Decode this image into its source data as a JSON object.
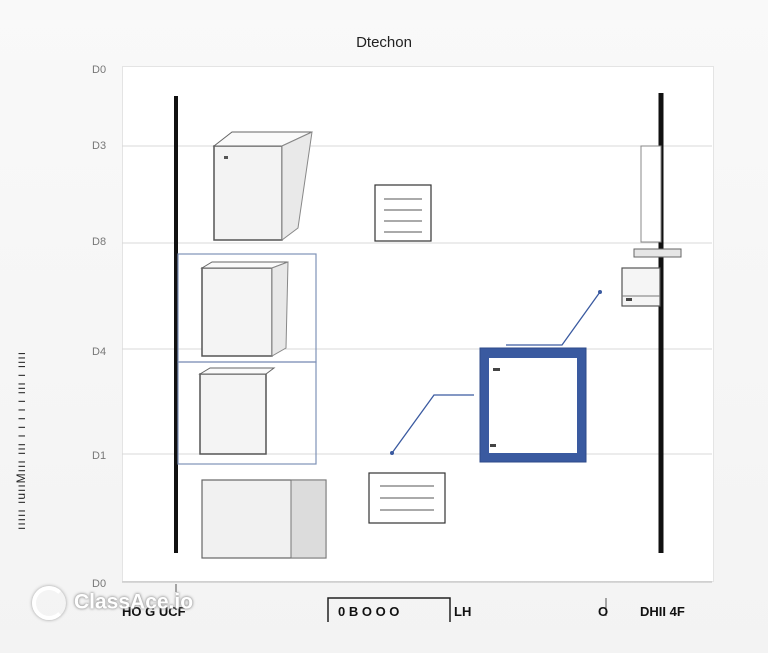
{
  "chart_data": {
    "type": "diagram",
    "title": "Dtechon",
    "ylabel": "ııııı ıuııMııı ııı ı ı ı ı ı ııı ı ıııı",
    "y_ticks": [
      "D0",
      "D3",
      "D8",
      "D4",
      "D1",
      "D0"
    ],
    "x_labels": [
      "HO G UCF",
      "0  B O O O",
      "LH",
      "O",
      "DHII 4F"
    ],
    "grid": true
  },
  "watermark": {
    "text": "ClassAce.io"
  },
  "colors": {
    "frame": "#111111",
    "accent": "#3a5aa0",
    "grid": "#d8d8d8"
  }
}
